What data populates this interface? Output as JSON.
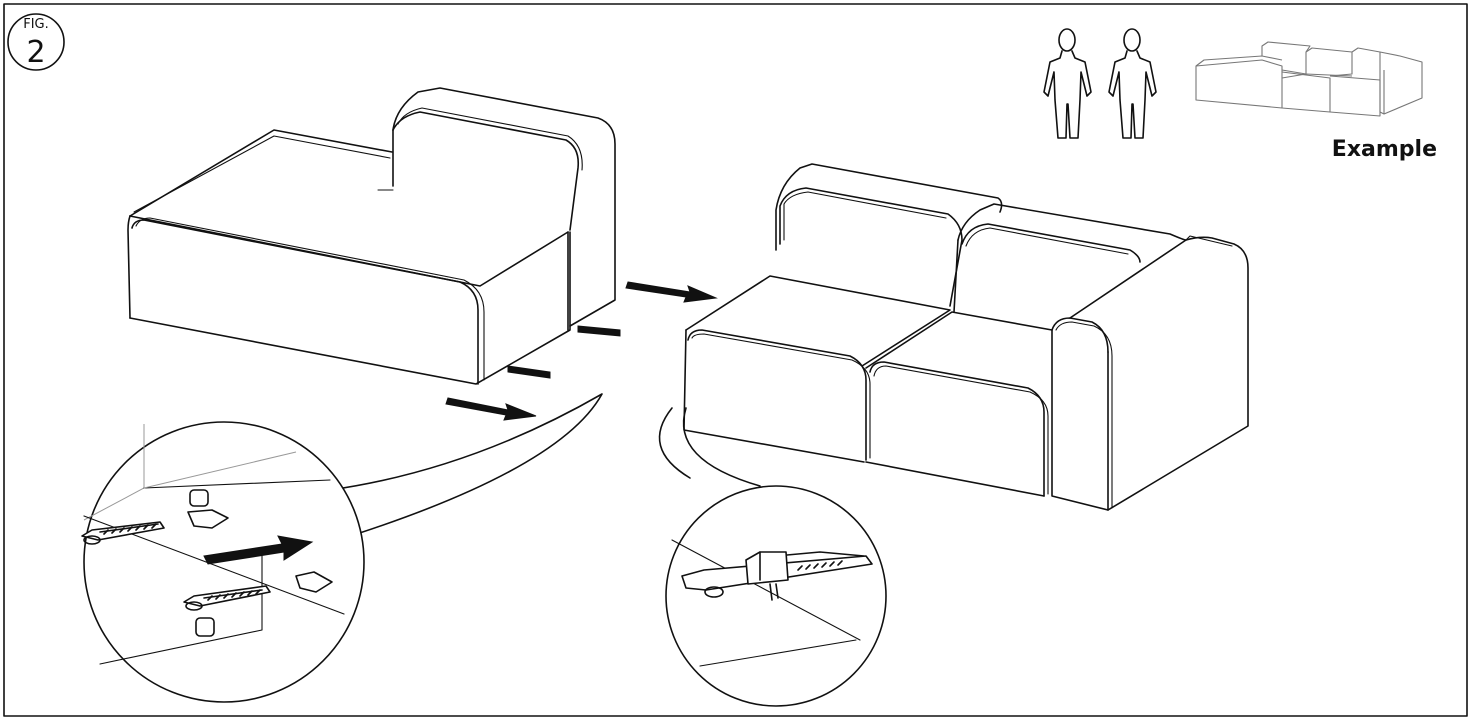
{
  "figure": {
    "prefix": "FIG.",
    "number": "2"
  },
  "example": {
    "label": "Example"
  }
}
